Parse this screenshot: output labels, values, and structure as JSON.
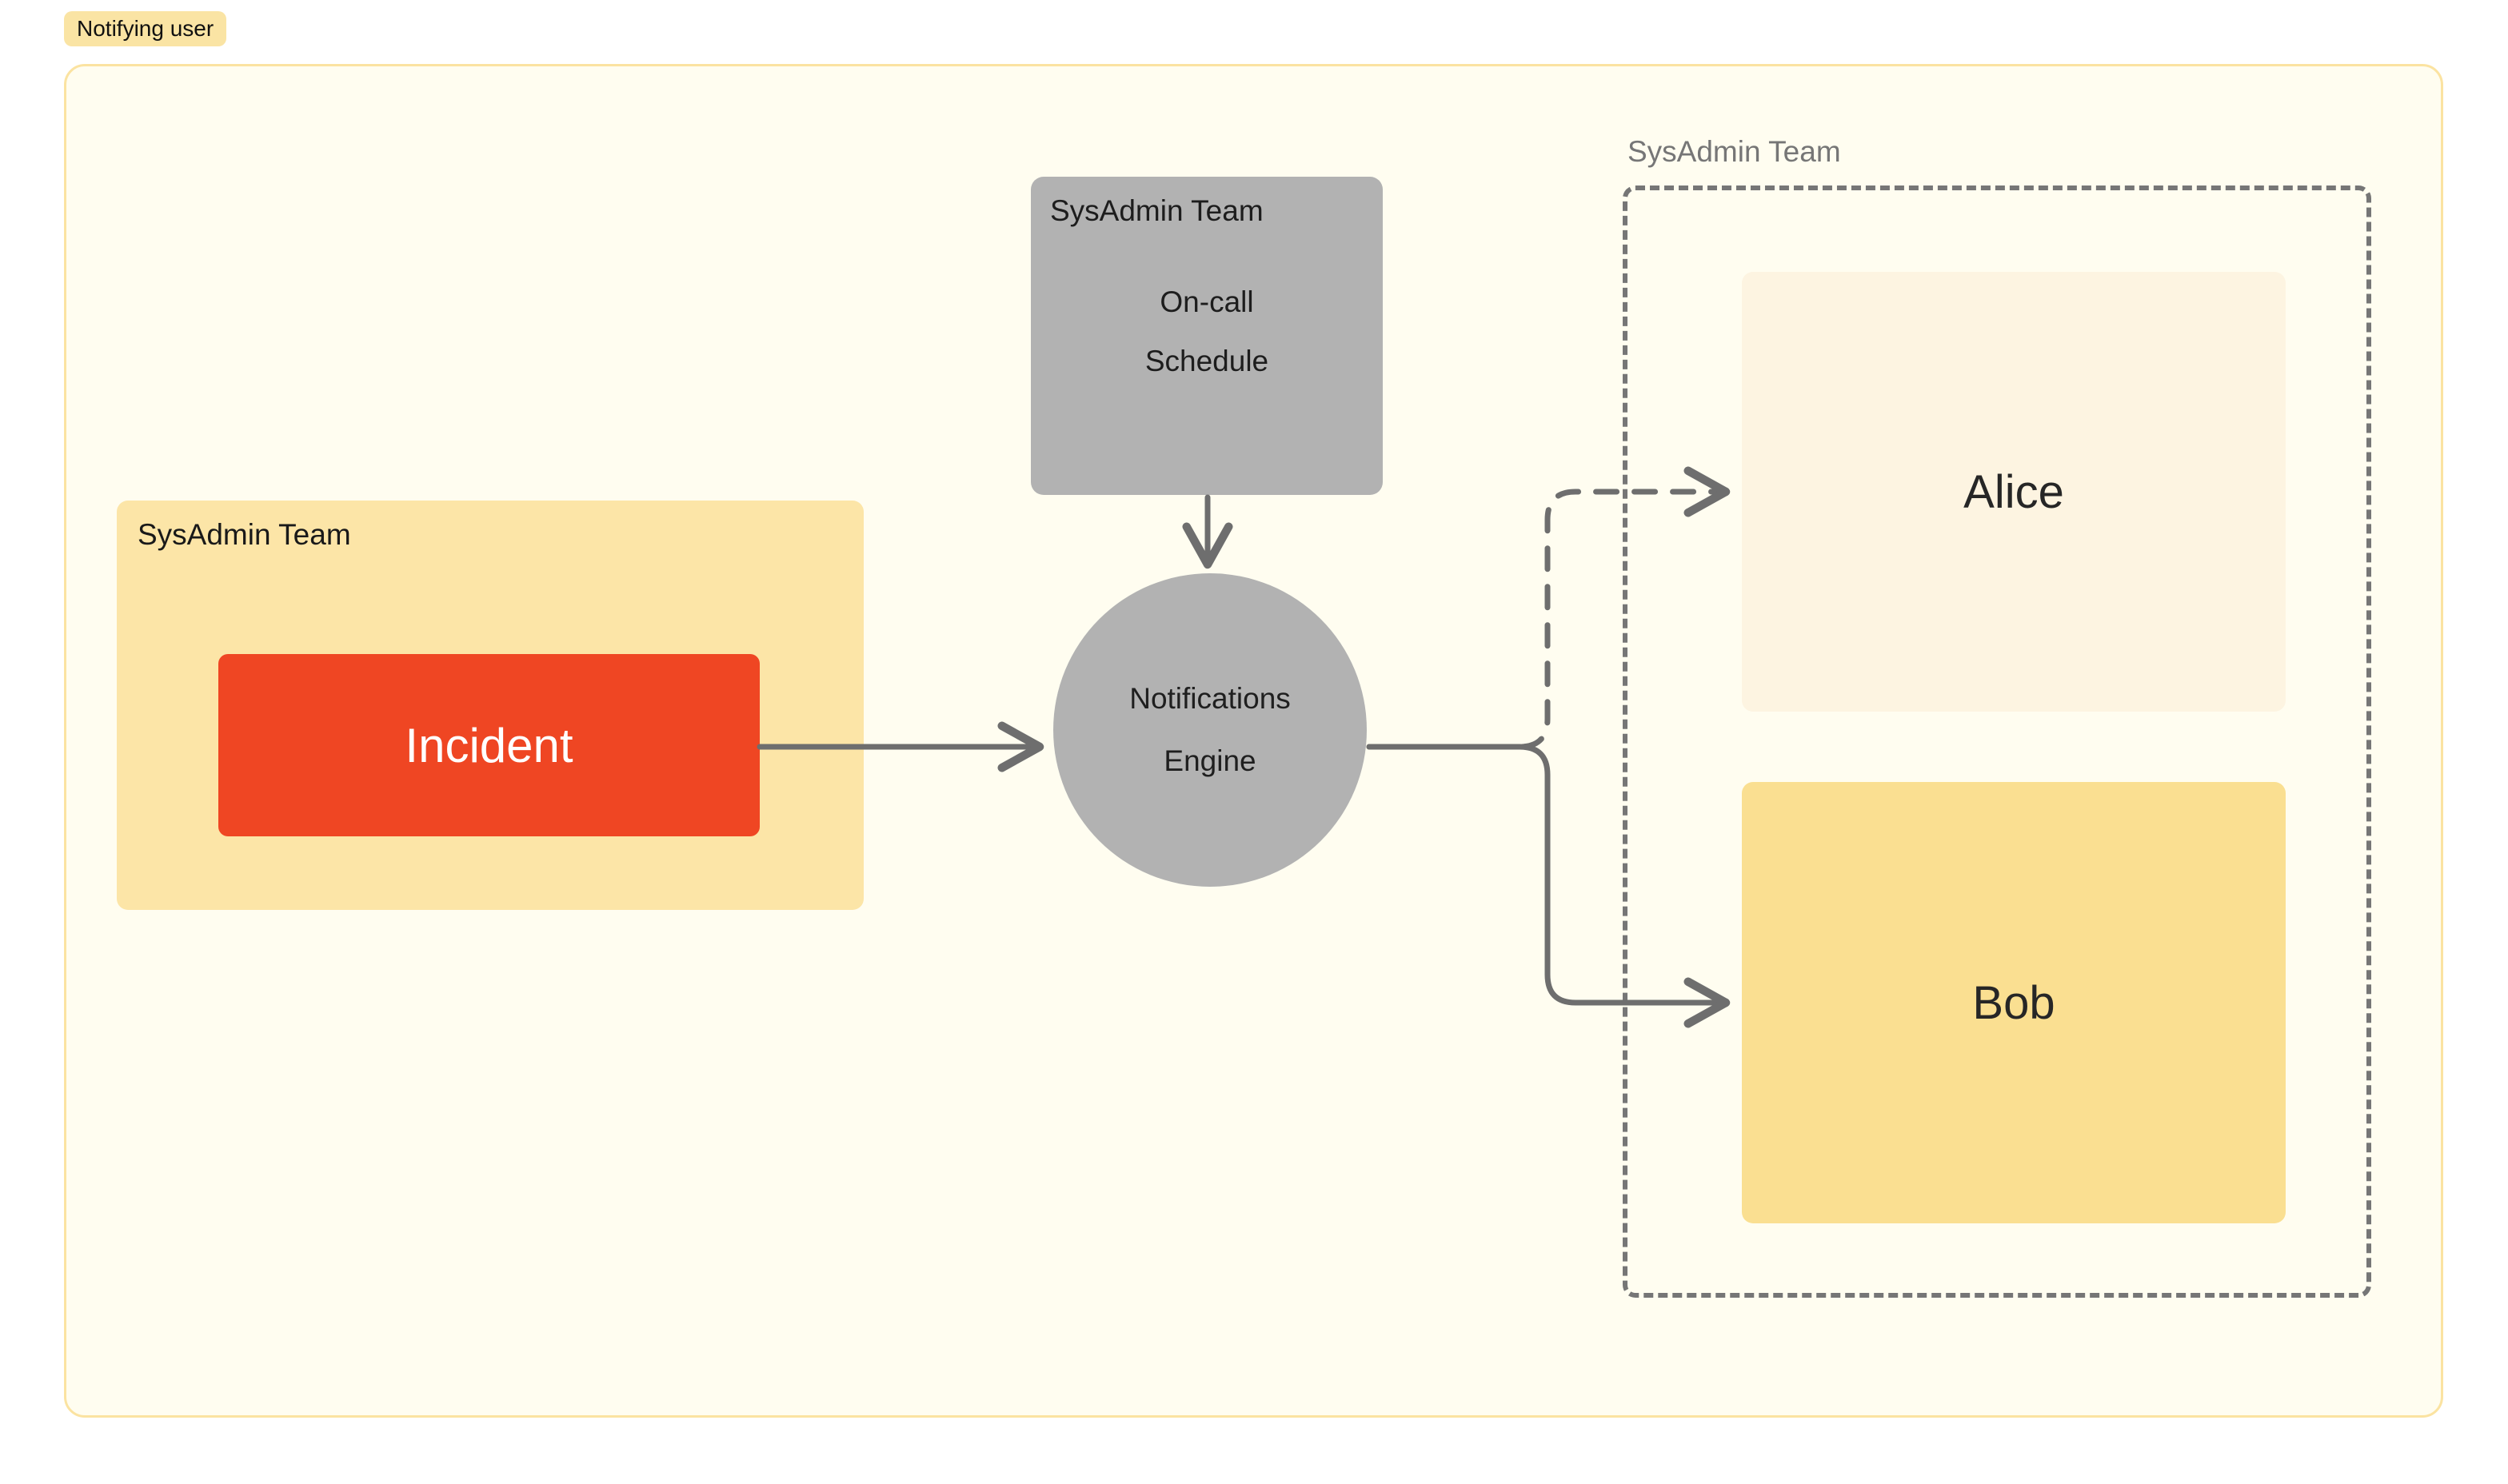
{
  "status": {
    "label": "Notifying user"
  },
  "diagram": {
    "title": "Notifying user",
    "colors": {
      "canvas_background": "#FFFDF0",
      "canvas_border": "#FBE3A1",
      "status_pill_background": "#FAE4A4",
      "team_group_background": "#FCE5A7",
      "incident_background": "#EF4623",
      "incident_text": "#FFFFFF",
      "service_gray": "#B2B2B2",
      "dashed_border": "#767676",
      "connector": "#6E6E6E",
      "alice_background": "#FDF4E1",
      "bob_background": "#FADF91",
      "node_text": "#1F1F1F"
    },
    "groups": [
      {
        "id": "sysadmin-team-source",
        "label": "SysAdmin Team",
        "style": "solid",
        "nodes": [
          "incident"
        ]
      },
      {
        "id": "sysadmin-team-targets",
        "label": "SysAdmin Team",
        "style": "dashed",
        "nodes": [
          "alice",
          "bob"
        ]
      }
    ],
    "nodes": [
      {
        "id": "incident",
        "label": "Incident",
        "shape": "rounded-rect",
        "group": "sysadmin-team-source"
      },
      {
        "id": "on-call-schedule",
        "group_label": "SysAdmin Team",
        "label_lines": [
          "On-call",
          "Schedule"
        ],
        "shape": "rounded-rect"
      },
      {
        "id": "notifications-engine",
        "label_lines": [
          "Notifications",
          "Engine"
        ],
        "shape": "circle"
      },
      {
        "id": "alice",
        "label": "Alice",
        "shape": "rounded-rect",
        "group": "sysadmin-team-targets"
      },
      {
        "id": "bob",
        "label": "Bob",
        "shape": "rounded-rect",
        "group": "sysadmin-team-targets"
      }
    ],
    "edges": [
      {
        "id": "incident-to-engine",
        "from": "incident",
        "to": "notifications-engine",
        "style": "solid",
        "arrow": "end"
      },
      {
        "id": "schedule-to-engine",
        "from": "on-call-schedule",
        "to": "notifications-engine",
        "style": "solid",
        "arrow": "end"
      },
      {
        "id": "engine-to-alice",
        "from": "notifications-engine",
        "to": "alice",
        "style": "dashed",
        "arrow": "end"
      },
      {
        "id": "engine-to-bob",
        "from": "notifications-engine",
        "to": "bob",
        "style": "solid",
        "arrow": "end"
      }
    ]
  }
}
